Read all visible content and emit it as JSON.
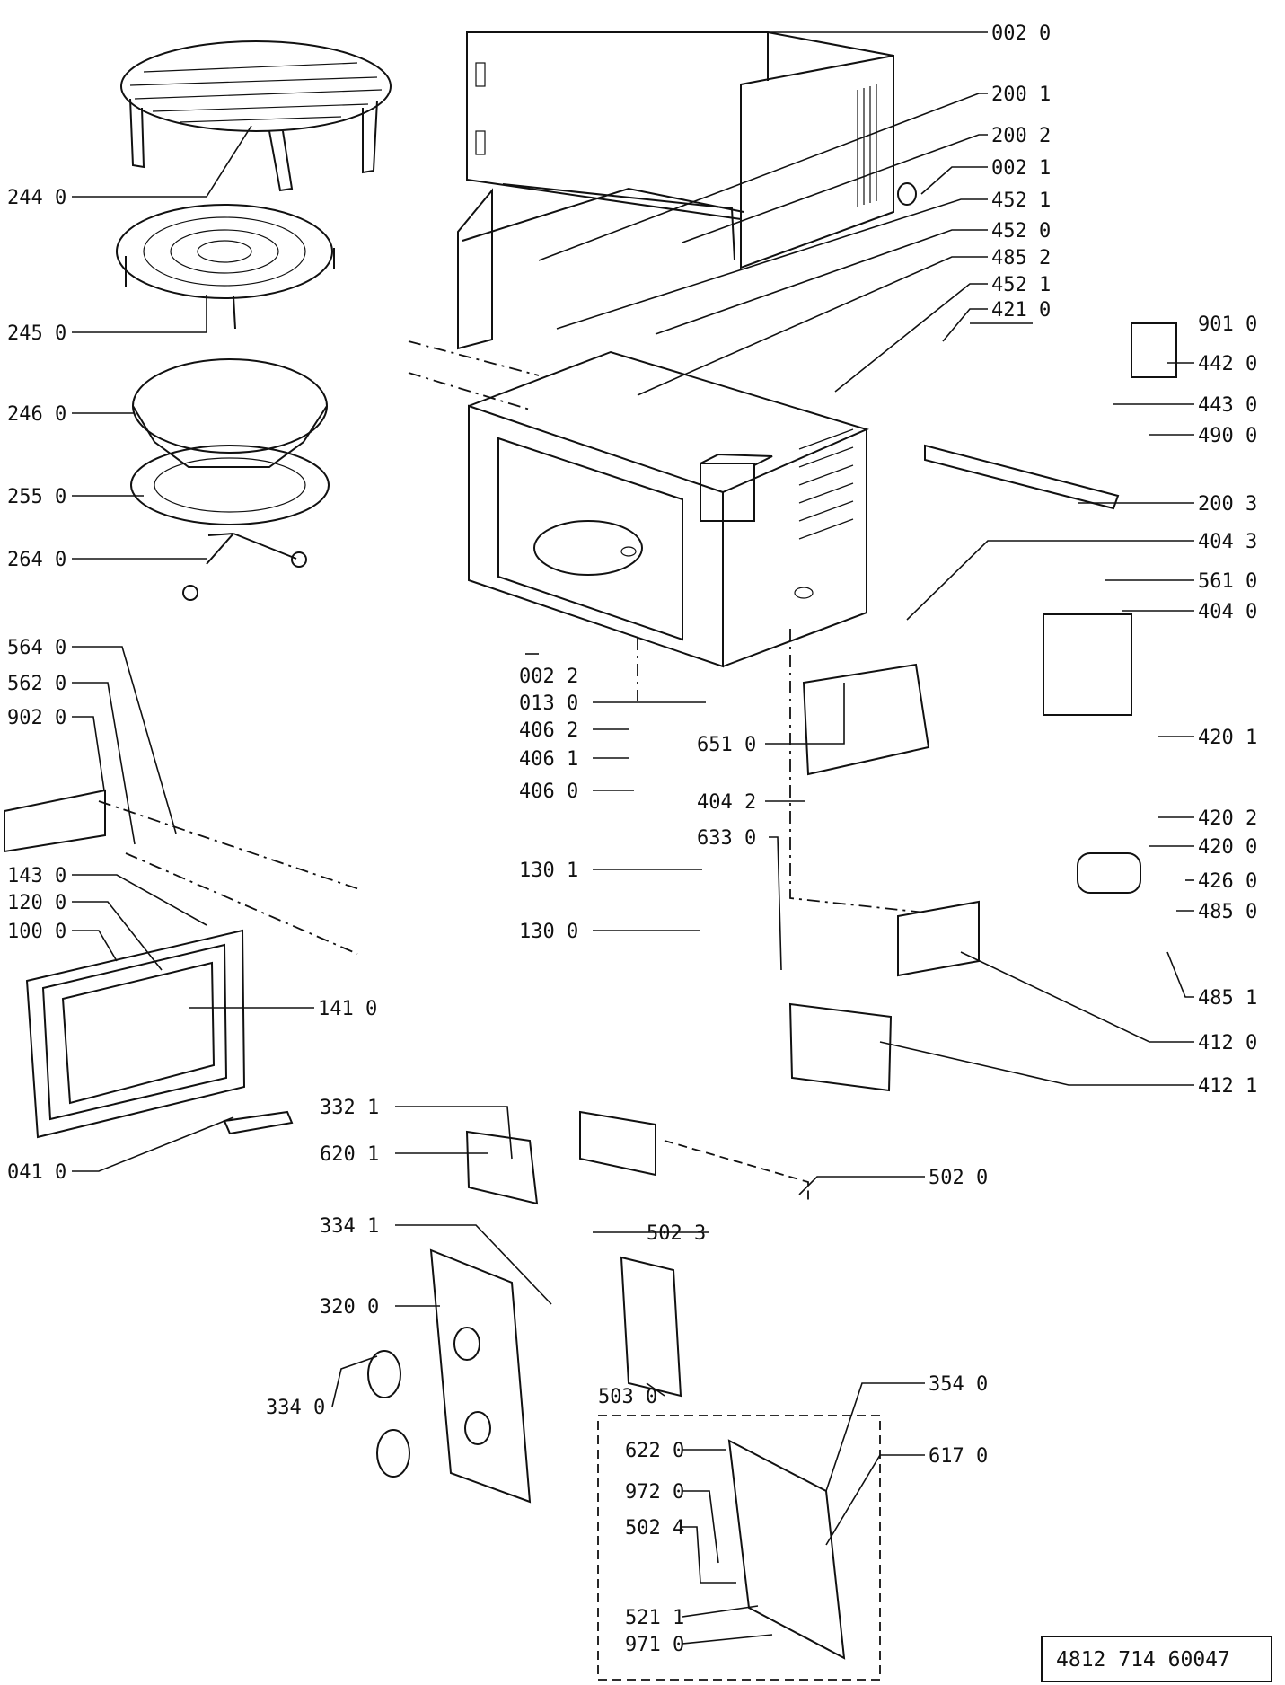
{
  "callouts": [
    {
      "id": "c-002-0",
      "text": "002  0"
    },
    {
      "id": "c-200-1",
      "text": "200 1"
    },
    {
      "id": "c-200-2",
      "text": "200 2"
    },
    {
      "id": "c-002-1",
      "text": "002  1"
    },
    {
      "id": "c-452-1a",
      "text": "452  1"
    },
    {
      "id": "c-452-0",
      "text": "452  0"
    },
    {
      "id": "c-485-2",
      "text": "485 2"
    },
    {
      "id": "c-452-1b",
      "text": "452  1"
    },
    {
      "id": "c-421-0",
      "text": "421  0"
    },
    {
      "id": "c-901-0",
      "text": "901  0"
    },
    {
      "id": "c-442-0",
      "text": "442  0"
    },
    {
      "id": "c-443-0",
      "text": "443  0"
    },
    {
      "id": "c-490-0",
      "text": "490  0"
    },
    {
      "id": "c-200-3",
      "text": "200  3"
    },
    {
      "id": "c-404-3",
      "text": "404  3"
    },
    {
      "id": "c-561-0",
      "text": "561  0"
    },
    {
      "id": "c-404-0",
      "text": "404  0"
    },
    {
      "id": "c-420-1",
      "text": "420  1"
    },
    {
      "id": "c-420-2",
      "text": "420  2"
    },
    {
      "id": "c-420-0",
      "text": "420  0"
    },
    {
      "id": "c-426-0",
      "text": "426  0"
    },
    {
      "id": "c-485-0",
      "text": "485  0"
    },
    {
      "id": "c-485-1",
      "text": "485  1"
    },
    {
      "id": "c-412-0",
      "text": "412  0"
    },
    {
      "id": "c-412-1",
      "text": "412  1"
    },
    {
      "id": "c-244-0",
      "text": "244  0"
    },
    {
      "id": "c-245-0",
      "text": "245  0"
    },
    {
      "id": "c-246-0",
      "text": "246  0"
    },
    {
      "id": "c-255-0",
      "text": "255  0"
    },
    {
      "id": "c-264-0",
      "text": "264  0"
    },
    {
      "id": "c-564-0",
      "text": "564  0"
    },
    {
      "id": "c-562-0",
      "text": "562  0"
    },
    {
      "id": "c-902-0",
      "text": "902  0"
    },
    {
      "id": "c-143-0",
      "text": "143  0"
    },
    {
      "id": "c-120-0",
      "text": "120  0"
    },
    {
      "id": "c-100-0",
      "text": "100  0"
    },
    {
      "id": "c-141-0",
      "text": "141  0"
    },
    {
      "id": "c-041-0",
      "text": "041  0"
    },
    {
      "id": "c-002-2",
      "text": "002  2"
    },
    {
      "id": "c-013-0",
      "text": "013  0"
    },
    {
      "id": "c-406-2",
      "text": "406  2"
    },
    {
      "id": "c-406-1",
      "text": "406  1"
    },
    {
      "id": "c-406-0",
      "text": "406  0"
    },
    {
      "id": "c-651-0",
      "text": "651  0"
    },
    {
      "id": "c-404-2",
      "text": "404  2"
    },
    {
      "id": "c-633-0",
      "text": "633  0"
    },
    {
      "id": "c-130-1",
      "text": "130  1"
    },
    {
      "id": "c-130-0",
      "text": "130  0"
    },
    {
      "id": "c-332-1",
      "text": "332  1"
    },
    {
      "id": "c-620-1",
      "text": "620  1"
    },
    {
      "id": "c-502-0",
      "text": "502  0"
    },
    {
      "id": "c-502-3",
      "text": "502  3"
    },
    {
      "id": "c-334-1",
      "text": "334  1"
    },
    {
      "id": "c-320-0",
      "text": "320  0"
    },
    {
      "id": "c-503-0",
      "text": "503  0"
    },
    {
      "id": "c-334-0",
      "text": "334  0"
    },
    {
      "id": "c-354-0",
      "text": "354  0"
    },
    {
      "id": "c-622-0",
      "text": "622  0"
    },
    {
      "id": "c-617-0",
      "text": "617  0"
    },
    {
      "id": "c-972-0",
      "text": "972  0"
    },
    {
      "id": "c-502-4",
      "text": "502  4"
    },
    {
      "id": "c-521-1",
      "text": "521  1"
    },
    {
      "id": "c-971-0",
      "text": "971  0"
    }
  ],
  "document_number": "4812  714  60047"
}
